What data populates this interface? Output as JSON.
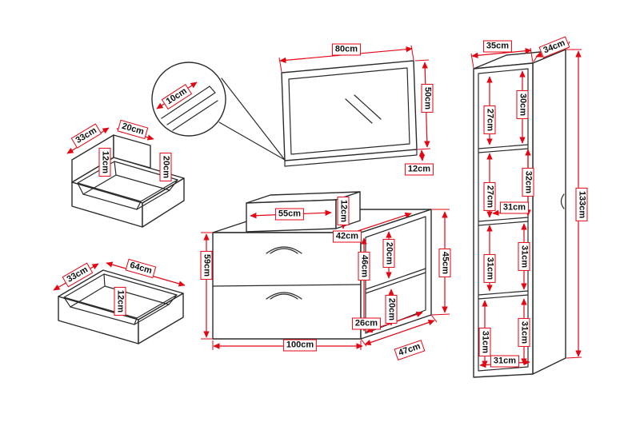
{
  "diagram_title": "furniture-set-dimension-diagram",
  "colors": {
    "outline": "#2b2b2b",
    "dimension": "#e30613",
    "label_bg": "#ffffff",
    "label_text": "#111111"
  },
  "mirror": {
    "width": "80cm",
    "height": "50cm",
    "depth": "12cm",
    "frame_detail": "10cm"
  },
  "organizer": {
    "depth": "33cm",
    "top_width": "20cm",
    "lip_height": "12cm",
    "side_height": "20cm"
  },
  "drawer": {
    "depth": "33cm",
    "width": "64cm",
    "height": "12cm"
  },
  "bench": {
    "top_box_width": "55cm",
    "top_box_height": "12cm",
    "top_depth": "42cm",
    "height": "59cm",
    "niche_inner_height": "46cm",
    "niche_upper_height": "20cm",
    "side_height": "45cm",
    "niche_width": "26cm",
    "niche_lower_height": "20cm",
    "width": "100cm",
    "depth": "47cm"
  },
  "cabinet": {
    "width": "35cm",
    "depth": "34cm",
    "height": "133cm",
    "c1_front": "27cm",
    "c1_back": "30cm",
    "c2_front": "27cm",
    "c2_back": "32cm",
    "c2_width": "31cm",
    "c3_front": "31cm",
    "c3_back": "31cm",
    "c4_front": "31cm",
    "c4_back": "31cm",
    "bottom_width": "31cm"
  }
}
